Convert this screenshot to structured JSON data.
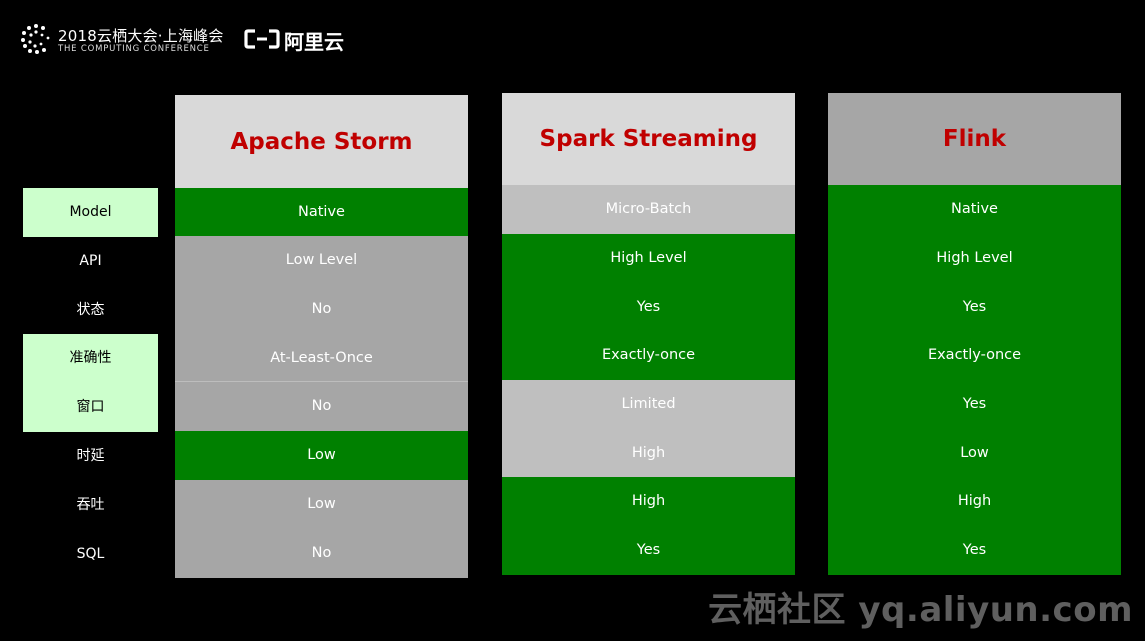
{
  "header": {
    "conference_title": "2018云栖大会·上海峰会",
    "conference_subtitle": "THE COMPUTING CONFERENCE",
    "brand_text": "阿里云",
    "logo_icon": "cloud-c-logo-icon",
    "brand_icon": "aliyun-bracket-icon"
  },
  "row_labels": [
    {
      "label": "Model",
      "highlight": true
    },
    {
      "label": "API",
      "highlight": false
    },
    {
      "label": "状态",
      "highlight": false
    },
    {
      "label": "准确性",
      "highlight": true
    },
    {
      "label": "窗口",
      "highlight": true
    },
    {
      "label": "时延",
      "highlight": false
    },
    {
      "label": "吞吐",
      "highlight": false
    },
    {
      "label": "SQL",
      "highlight": false
    }
  ],
  "columns": [
    {
      "title": "Apache Storm",
      "header_color": "#d9d9d9",
      "cells": [
        {
          "value": "Native",
          "color": "#008000"
        },
        {
          "value": "Low Level",
          "color": "#a6a6a6"
        },
        {
          "value": "No",
          "color": "#a6a6a6"
        },
        {
          "value": "At-Least-Once",
          "color": "#a6a6a6"
        },
        {
          "value": "No",
          "color": "#a6a6a6"
        },
        {
          "value": "Low",
          "color": "#008000"
        },
        {
          "value": "Low",
          "color": "#a6a6a6"
        },
        {
          "value": "No",
          "color": "#a6a6a6"
        }
      ]
    },
    {
      "title": "Spark Streaming",
      "header_color": "#d9d9d9",
      "cells": [
        {
          "value": "Micro-Batch",
          "color": "#bfbfbf"
        },
        {
          "value": "High Level",
          "color": "#008000"
        },
        {
          "value": "Yes",
          "color": "#008000"
        },
        {
          "value": "Exactly-once",
          "color": "#008000"
        },
        {
          "value": "Limited",
          "color": "#bfbfbf"
        },
        {
          "value": "High",
          "color": "#bfbfbf"
        },
        {
          "value": "High",
          "color": "#008000"
        },
        {
          "value": "Yes",
          "color": "#008000"
        }
      ]
    },
    {
      "title": "Flink",
      "header_color": "#a6a6a6",
      "cells": [
        {
          "value": "Native",
          "color": "#008000"
        },
        {
          "value": "High Level",
          "color": "#008000"
        },
        {
          "value": "Yes",
          "color": "#008000"
        },
        {
          "value": "Exactly-once",
          "color": "#008000"
        },
        {
          "value": "Yes",
          "color": "#008000"
        },
        {
          "value": "Low",
          "color": "#008000"
        },
        {
          "value": "High",
          "color": "#008000"
        },
        {
          "value": "Yes",
          "color": "#008000"
        }
      ]
    }
  ],
  "watermark": "云栖社区 yq.aliyun.com",
  "colors": {
    "title_red": "#c00000",
    "green": "#008000",
    "gray": "#a6a6a6",
    "light_gray": "#bfbfbf",
    "highlight_label_bg": "#ccffcc"
  }
}
